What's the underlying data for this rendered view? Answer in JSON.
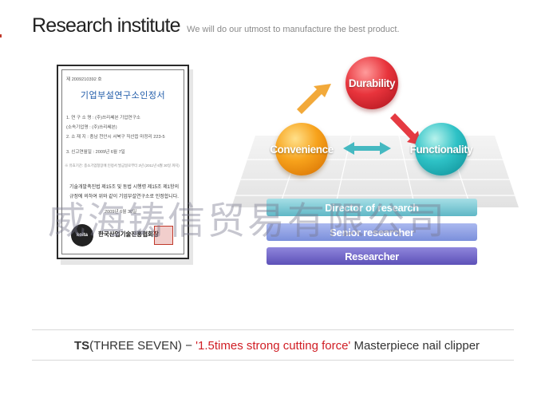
{
  "header": {
    "title": "Research institute",
    "subtitle": "We will do our utmost to manufacture the best product."
  },
  "certificate": {
    "number": "제 2009210392 호",
    "title": "기업부설연구소인정서",
    "lines": [
      "1. 연 구 소 명 : (주)쓰리쎄븐 기업연구소",
      "(소속기업명 : (주)쓰리쎄븐)",
      "2. 소 재 지 : 충남 천안시 서북구 직산읍 마정리 223-5",
      "3. 신고연월일 : 2009년 6월 7일"
    ],
    "note": "※ 유효기간: 종소기업청장에 인정서 발급일로부터 3년 (2011년 6월 30일 까지)",
    "body": [
      "기술개발촉진법 제15조 및 동법 시행령 제15조 제1항의",
      "규정에 의하여 위와 같이 기업부설연구소로 인정합니다."
    ],
    "date": "2009년 6월 30일",
    "seal_text": "koita",
    "issuer": "한국산업기술진흥협회장"
  },
  "diagram": {
    "circles": [
      "Durability",
      "Convenience",
      "Functionality"
    ],
    "colors": {
      "durability": "#e8343c",
      "convenience": "#f7a21b",
      "functionality": "#2ec2c6"
    },
    "roles": [
      "Director of research",
      "Senior researcher",
      "Researcher"
    ]
  },
  "watermark": "威海铸信贸易有限公司",
  "footer": {
    "brand_ts": "TS",
    "brand_name": "(THREE SEVEN)",
    "dash": " − ",
    "highlight": "'1.5times strong cutting force'",
    "rest": " Masterpiece nail clipper"
  }
}
